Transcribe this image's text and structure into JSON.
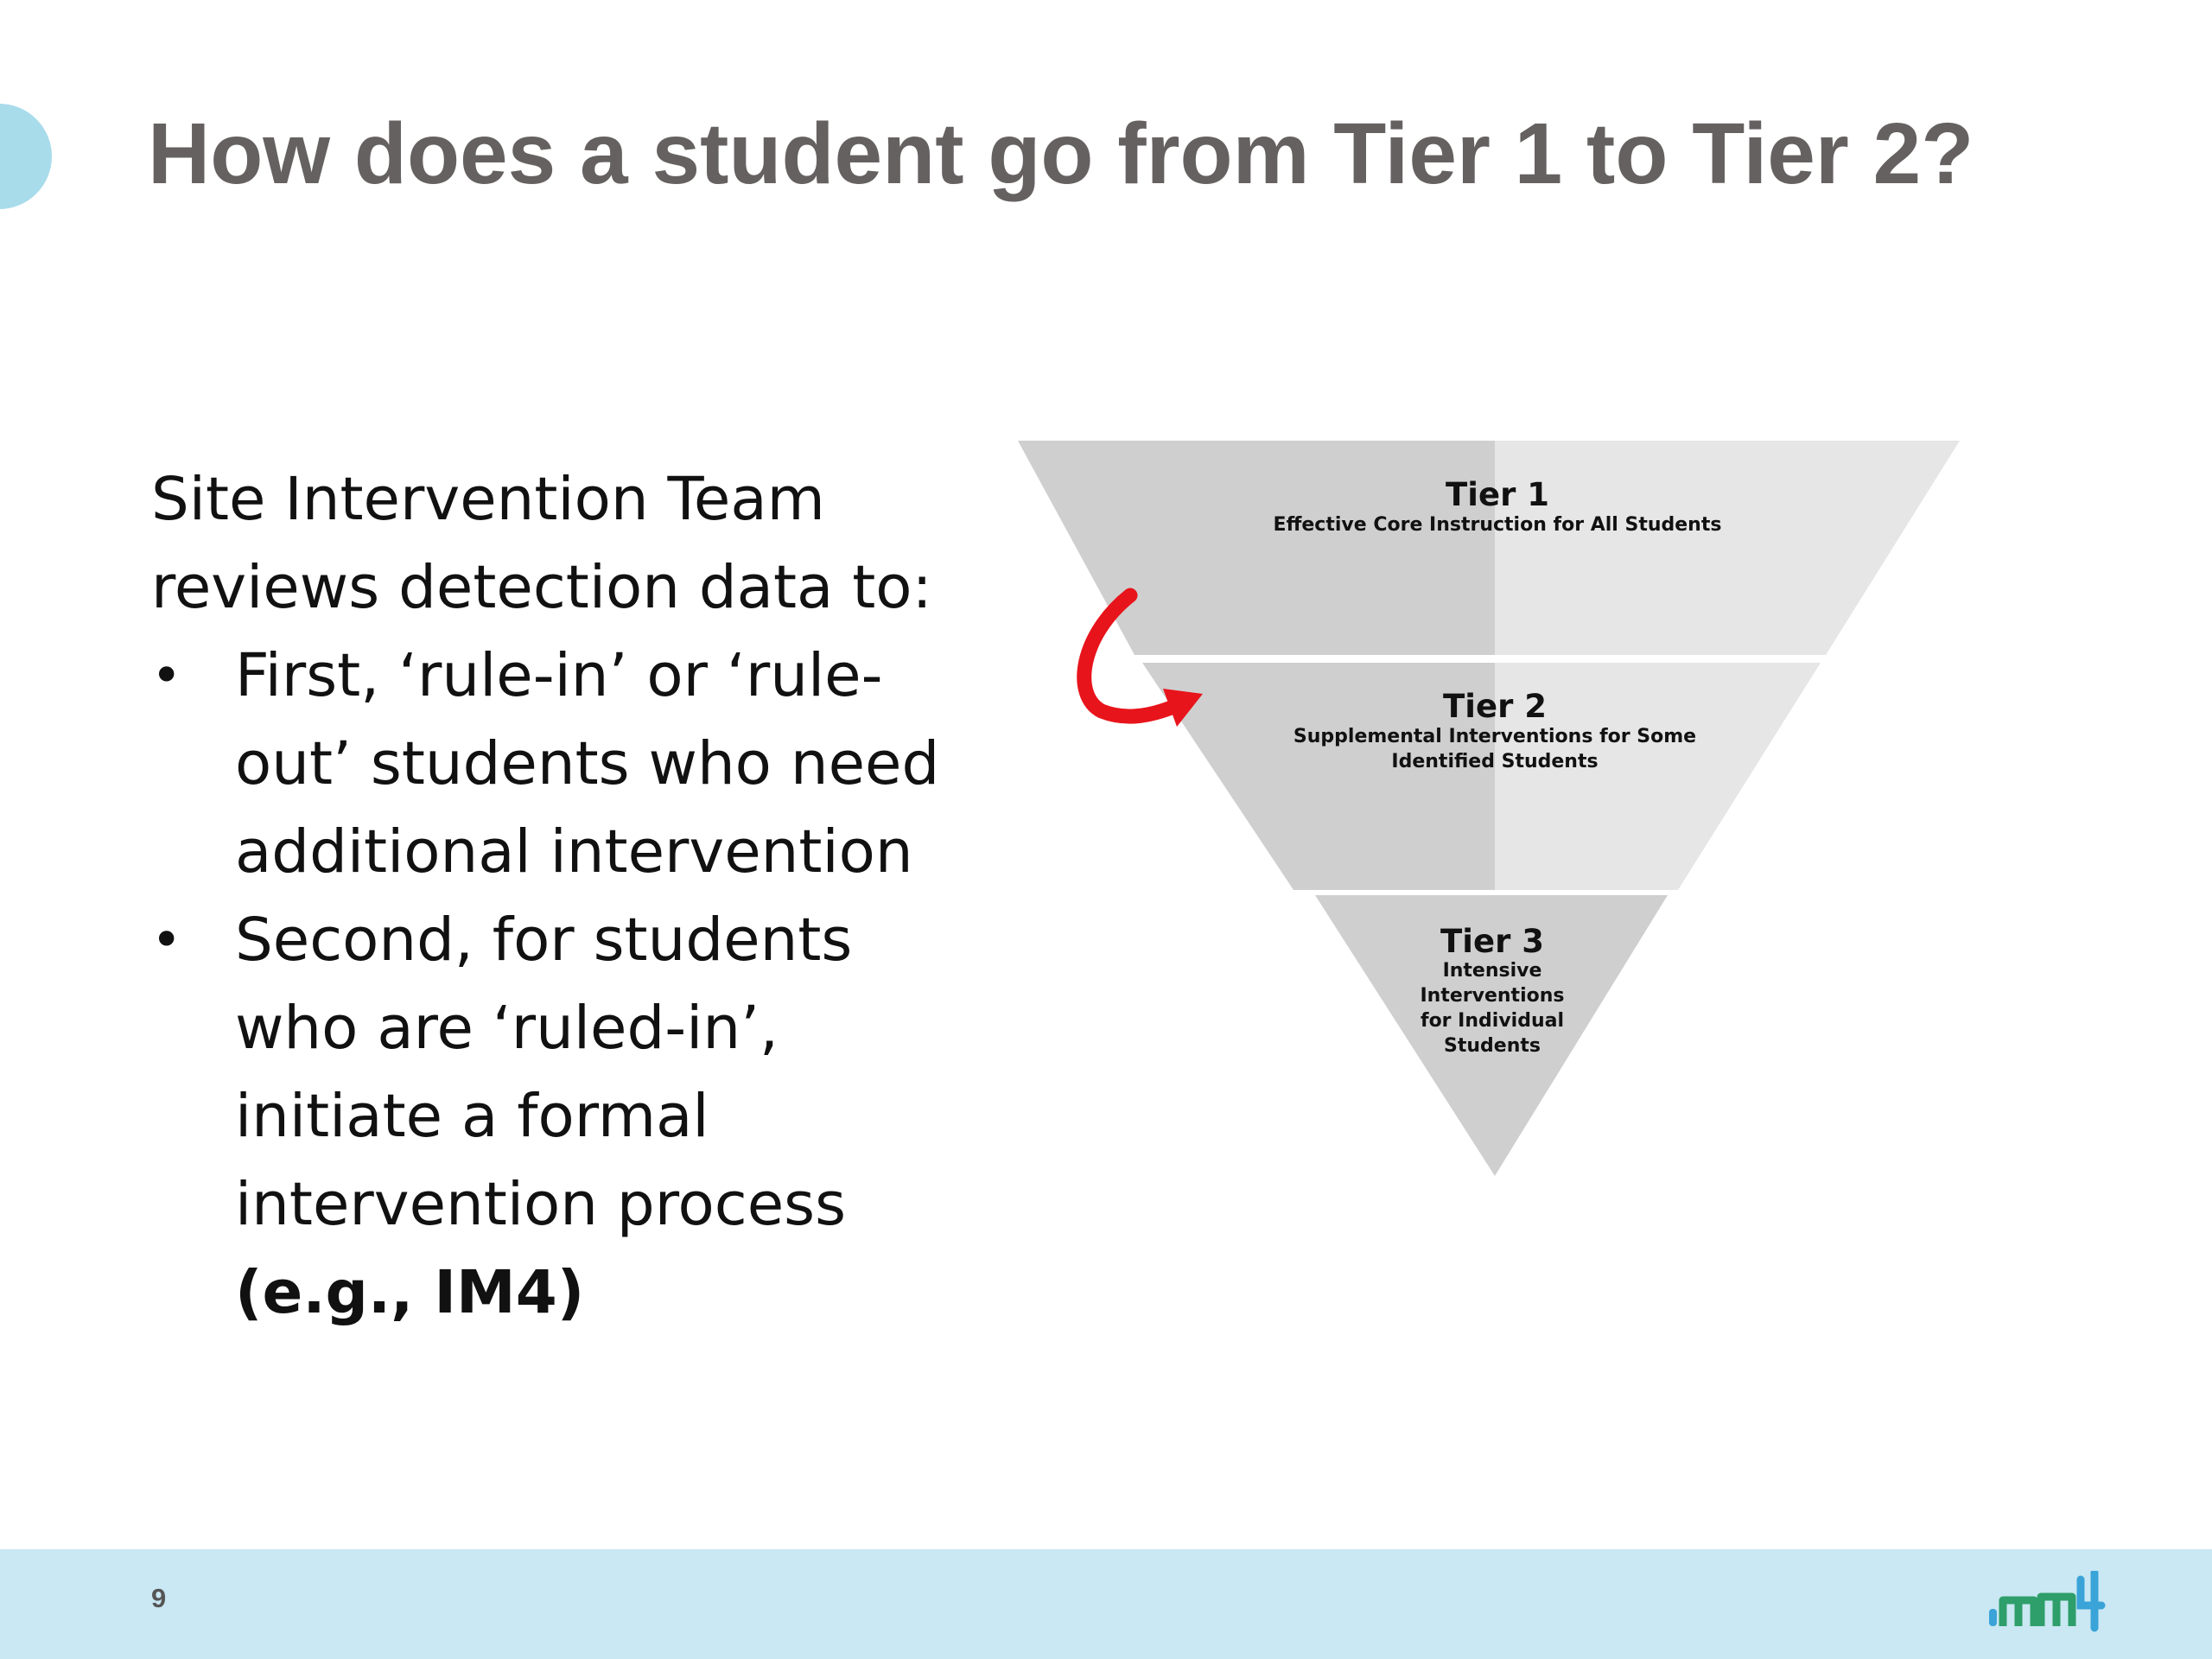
{
  "slide": {
    "title": "How does a student go from Tier 1 to Tier 2?",
    "intro_line1": "Site Intervention Team",
    "intro_line2": "reviews detection data to:",
    "bullets": [
      {
        "lines": [
          "First, ‘rule-in’ or ‘rule-",
          "out’ students who need",
          "additional intervention"
        ]
      },
      {
        "lines": [
          "Second, for students",
          "who are ‘ruled-in’,",
          "initiate a formal",
          "intervention process"
        ],
        "bold_note": "(e.g., IM4)"
      }
    ],
    "bullet_glyph": "•",
    "page_number": "9"
  },
  "diagram": {
    "tier1": {
      "heading": "Tier 1",
      "subtitle": "Effective Core Instruction for All Students"
    },
    "tier2": {
      "heading": "Tier 2",
      "subtitle_line1": "Supplemental Interventions for Some",
      "subtitle_line2": "Identified Students"
    },
    "tier3": {
      "heading": "Tier 3",
      "subtitle_lines": [
        "Intensive",
        "Interventions",
        "for Individual",
        "Students"
      ]
    }
  },
  "colors": {
    "title": "#666161",
    "accent_circle": "#a8dceb",
    "footer": "#c9e8f3",
    "pyramid_dark": "#cfcfcf",
    "pyramid_light": "#e6e6e6",
    "arrow": "#e8141b",
    "logo_blue": "#3aa3d8",
    "logo_green": "#2e9e6a"
  },
  "icons": {
    "arrow": "curved-arrow-icon",
    "logo": "im4-logo-icon"
  }
}
